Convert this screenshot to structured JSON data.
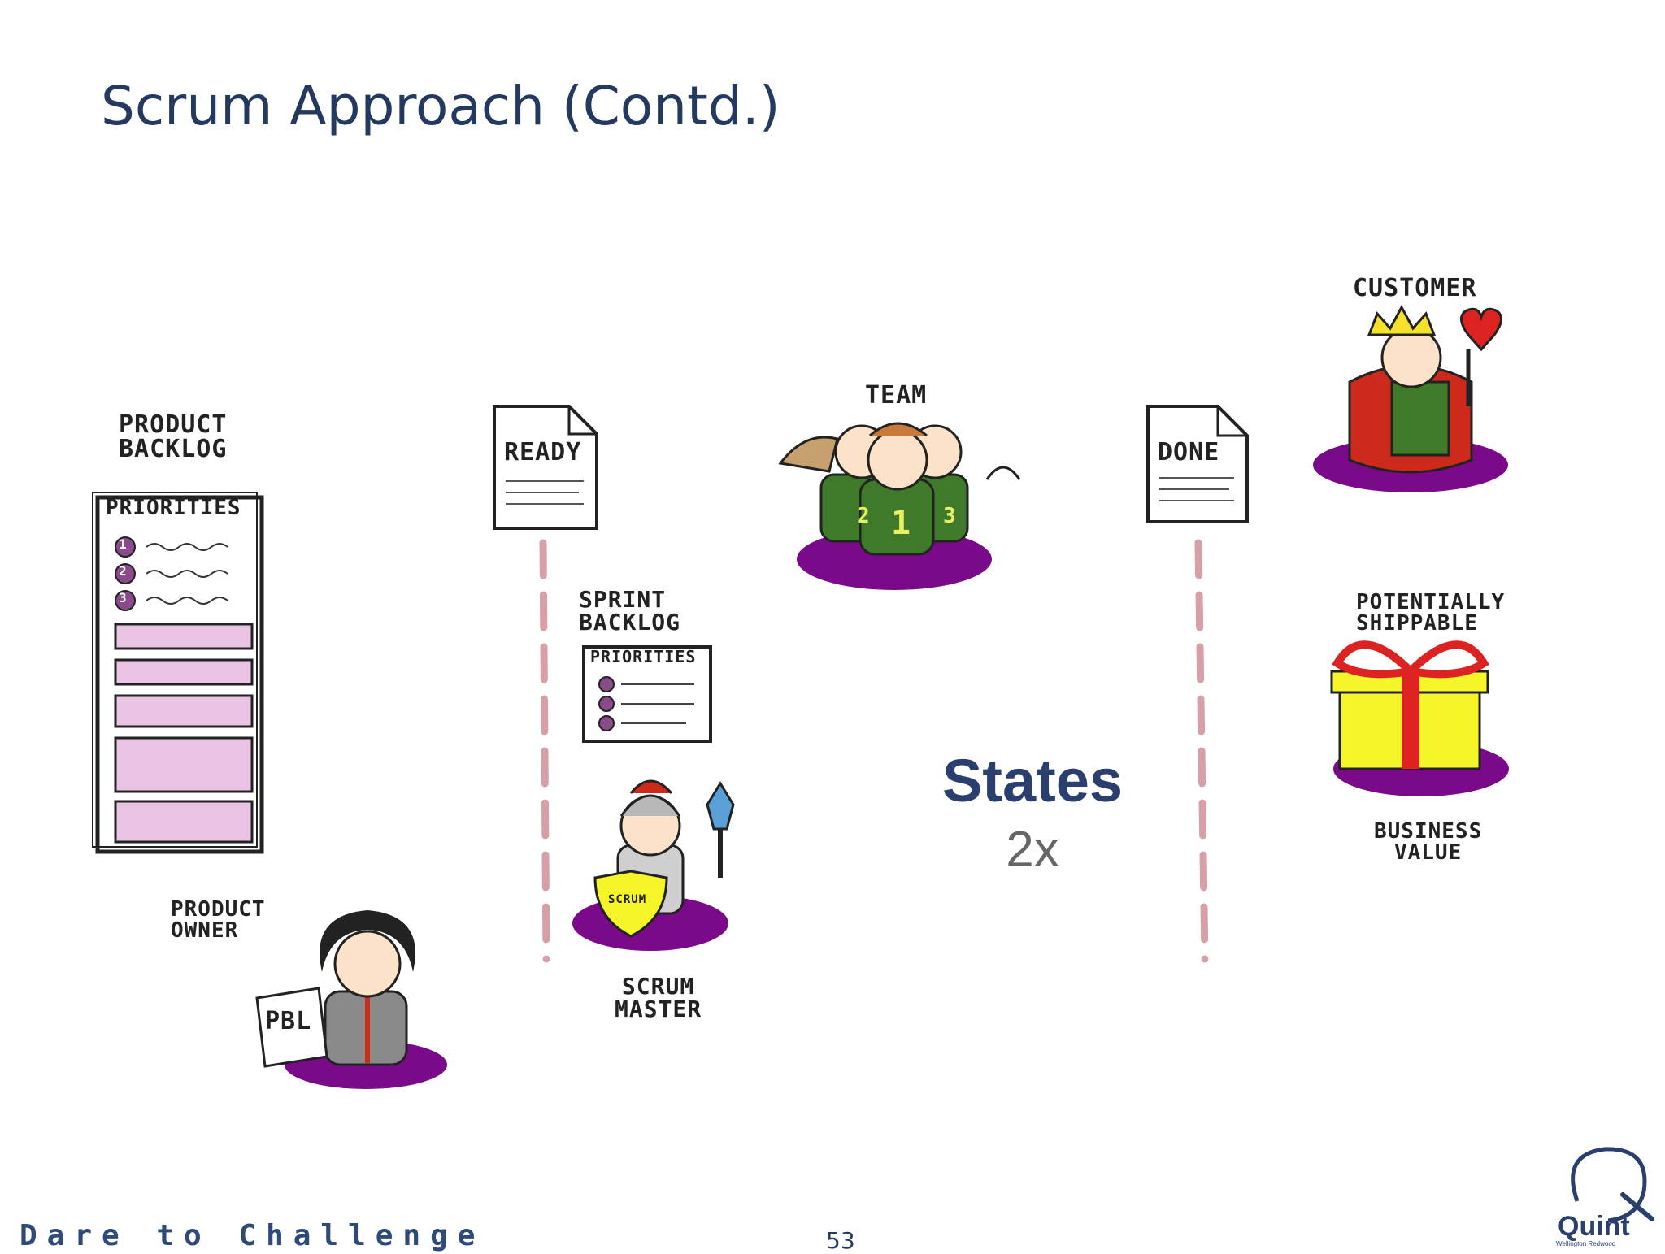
{
  "title": "Scrum Approach (Contd.)",
  "states": {
    "title": "States",
    "multiplier": "2x"
  },
  "labels": {
    "product_backlog": [
      "PRODUCT",
      "BACKLOG"
    ],
    "priorities_main": "PRIORITIES",
    "ready": "READY",
    "sprint_backlog": [
      "SPRINT",
      "BACKLOG"
    ],
    "priorities_sprint": "PRIORITIES",
    "team": "TEAM",
    "done": "DONE",
    "customer": "CUSTOMER",
    "potentially_shippable": [
      "POTENTIALLY",
      "SHIPPABLE"
    ],
    "business_value": [
      "BUSINESS",
      "VALUE"
    ],
    "product_owner": [
      "PRODUCT",
      "OWNER"
    ],
    "pbl": "PBL",
    "scrum_master": [
      "SCRUM",
      "MASTER"
    ],
    "scrum_shield": "SCRUM",
    "jersey_numbers": [
      "2",
      "1",
      "3"
    ],
    "priority_numbers": [
      "1",
      "2",
      "3"
    ]
  },
  "footer": {
    "slogan": "Dare to Challenge",
    "page_number": "53"
  },
  "logo": {
    "name": "Quint",
    "subtitle": "Wellington Redwood"
  },
  "colors": {
    "title": "#24395f",
    "accent_purple": "#7a0a8a",
    "backlog_pink": "#e9c4e3",
    "separator": "#d7a0a8"
  }
}
